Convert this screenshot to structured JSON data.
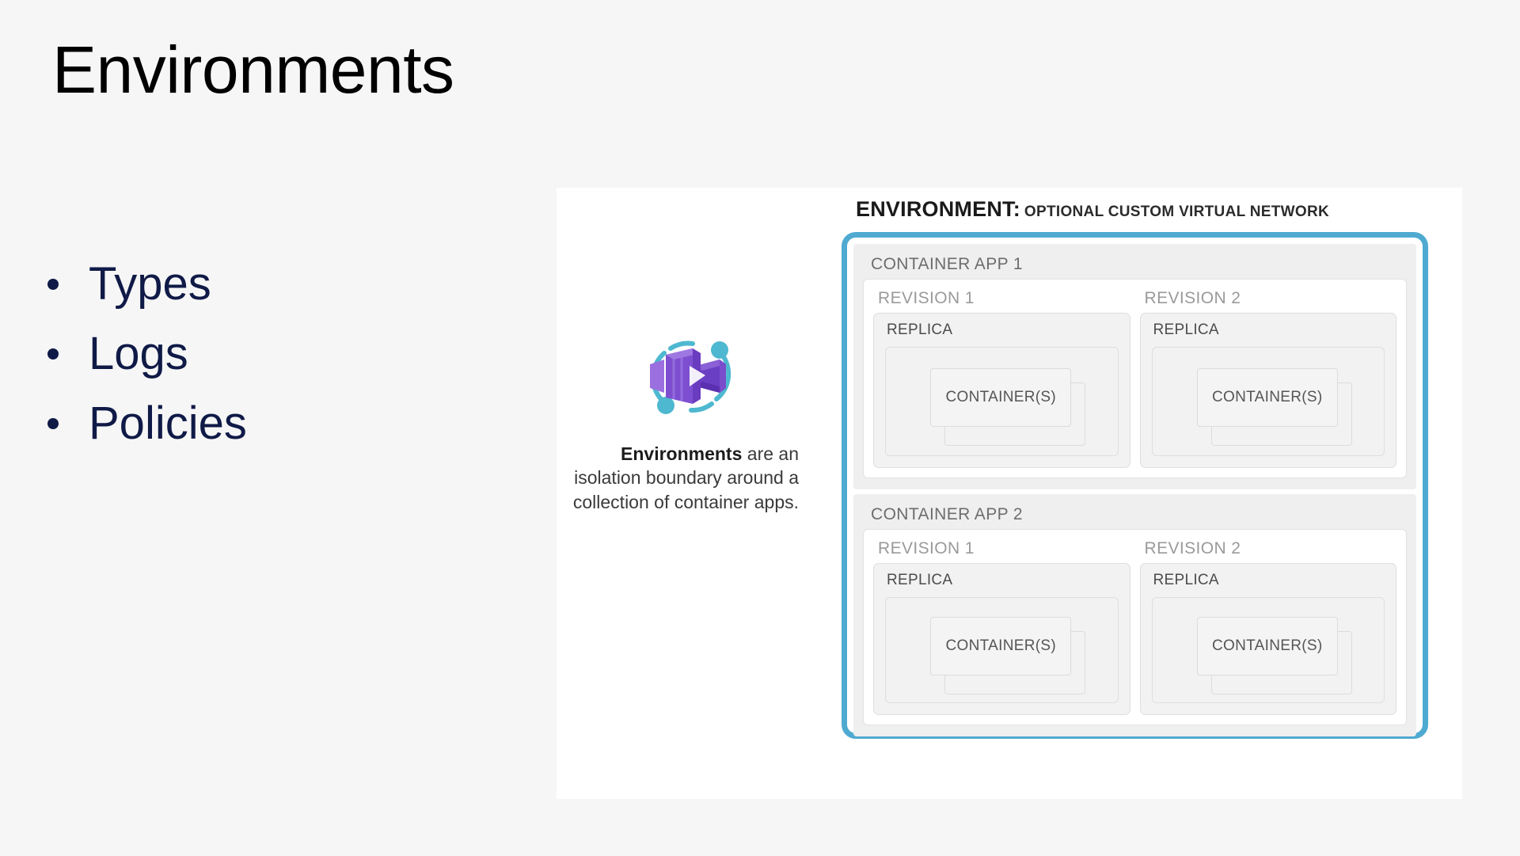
{
  "slide": {
    "title": "Environments",
    "bullets": [
      {
        "label": "Types"
      },
      {
        "label": "Logs"
      },
      {
        "label": "Policies"
      }
    ],
    "accent_navy": "#101A47",
    "background": "#F6F6F6"
  },
  "diagram": {
    "icon_name": "azure-container-apps-icon",
    "caption_bold": "Environments",
    "caption_rest": " are an isolation boundary around a collection of container apps.",
    "header": {
      "title": "ENVIRONMENT:",
      "subtitle": "OPTIONAL CUSTOM VIRTUAL NETWORK"
    },
    "boundary_color": "#4FAAD1",
    "container_apps": [
      {
        "label": "CONTAINER APP 1",
        "revisions": [
          {
            "label": "REVISION 1",
            "replica_label": "REPLICA",
            "container_label": "CONTAINER(S)"
          },
          {
            "label": "REVISION 2",
            "replica_label": "REPLICA",
            "container_label": "CONTAINER(S)"
          }
        ]
      },
      {
        "label": "CONTAINER APP 2",
        "revisions": [
          {
            "label": "REVISION 1",
            "replica_label": "REPLICA",
            "container_label": "CONTAINER(S)"
          },
          {
            "label": "REVISION 2",
            "replica_label": "REPLICA",
            "container_label": "CONTAINER(S)"
          }
        ]
      }
    ]
  }
}
